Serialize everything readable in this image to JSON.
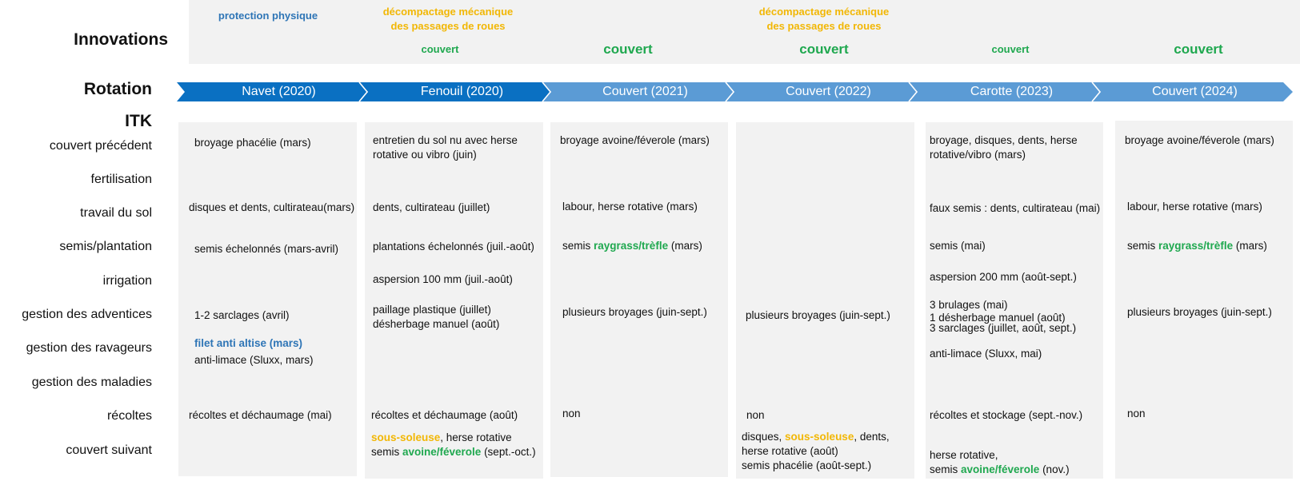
{
  "labels": {
    "innovations": "Innovations",
    "rotation": "Rotation",
    "itk": "ITK"
  },
  "innovations": {
    "c1_protection": "protection physique",
    "c2_decomp1": "décompactage mécanique",
    "c2_decomp2": "des passages de roues",
    "c2_couvert": "couvert",
    "c3_couvert": "couvert",
    "c4_decomp1": "décompactage mécanique",
    "c4_decomp2": "des passages de roues",
    "c4_couvert": "couvert",
    "c5_couvert": "couvert",
    "c6_couvert": "couvert"
  },
  "rotation": [
    "Navet (2020)",
    "Fenouil (2020)",
    "Couvert (2021)",
    "Couvert (2022)",
    "Carotte (2023)",
    "Couvert (2024)"
  ],
  "colors": {
    "chevron_dark": "#0a70c2",
    "chevron_light": "#5b9bd5",
    "blue": "#2e75b6",
    "orange": "#f2b705",
    "green": "#1fa84f",
    "panel": "#f2f2f2"
  },
  "rows": [
    "couvert précédent",
    "fertilisation",
    "travail du sol",
    "semis/plantation",
    "irrigation",
    "gestion des adventices",
    "gestion des ravageurs",
    "gestion des maladies",
    "récoltes",
    "couvert suivant"
  ],
  "cells": {
    "c1": {
      "couvert": "broyage phacélie (mars)",
      "travail": "disques et dents, cultirateau(mars)",
      "semis": "semis échelonnés (mars-avril)",
      "adventices": "1-2 sarclages (avril)",
      "ravageurs1": "filet anti altise (mars)",
      "ravageurs2": "anti-limace (Sluxx, mars)",
      "recoltes": "récoltes et déchaumage (mai)"
    },
    "c2": {
      "couvert1": "entretien du sol nu avec herse",
      "couvert2": "rotative ou vibro (juin)",
      "travail": "dents, cultirateau (juillet)",
      "semis": "plantations échelonnés (juil.-août)",
      "irrigation": "aspersion 100 mm (juil.-août)",
      "adventices1": "paillage plastique (juillet)",
      "adventices2": "désherbage manuel (août)",
      "recoltes": "récoltes et déchaumage (août)",
      "suivant1_hl": "sous-soleuse",
      "suivant1_rest": ", herse rotative",
      "suivant2_pre": "semis ",
      "suivant2_hl": "avoine/féverole",
      "suivant2_rest": " (sept.-oct.)"
    },
    "c3": {
      "couvert": "broyage avoine/féverole (mars)",
      "travail": "labour, herse rotative (mars)",
      "semis_pre": "semis ",
      "semis_hl": "raygrass/trèfle",
      "semis_rest": " (mars)",
      "adventices": "plusieurs broyages (juin-sept.)",
      "recoltes": "non"
    },
    "c4": {
      "adventices": "plusieurs broyages (juin-sept.)",
      "recoltes": "non",
      "suivant1_pre": "disques, ",
      "suivant1_hl": "sous-soleuse",
      "suivant1_rest": ", dents,",
      "suivant2": "herse rotative (août)",
      "suivant3": "semis phacélie (août-sept.)"
    },
    "c5": {
      "couvert1": "broyage, disques, dents, herse",
      "couvert2": "rotative/vibro (mars)",
      "travail": "faux semis : dents, cultirateau (mai)",
      "semis": "semis (mai)",
      "irrigation": "aspersion 200 mm (août-sept.)",
      "adventices1": "3 brulages (mai)",
      "adventices2": "1 désherbage manuel (août)",
      "adventices3": "3 sarclages (juillet, août, sept.)",
      "ravageurs": "anti-limace (Sluxx, mai)",
      "recoltes": "récoltes et stockage (sept.-nov.)",
      "suivant1": "herse rotative,",
      "suivant2_pre": "semis ",
      "suivant2_hl": "avoine/féverole",
      "suivant2_rest": " (nov.)"
    },
    "c6": {
      "couvert": "broyage avoine/féverole (mars)",
      "travail": "labour, herse rotative (mars)",
      "semis_pre": "semis ",
      "semis_hl": "raygrass/trèfle",
      "semis_rest": " (mars)",
      "adventices": "plusieurs broyages (juin-sept.)",
      "recoltes": "non"
    }
  }
}
